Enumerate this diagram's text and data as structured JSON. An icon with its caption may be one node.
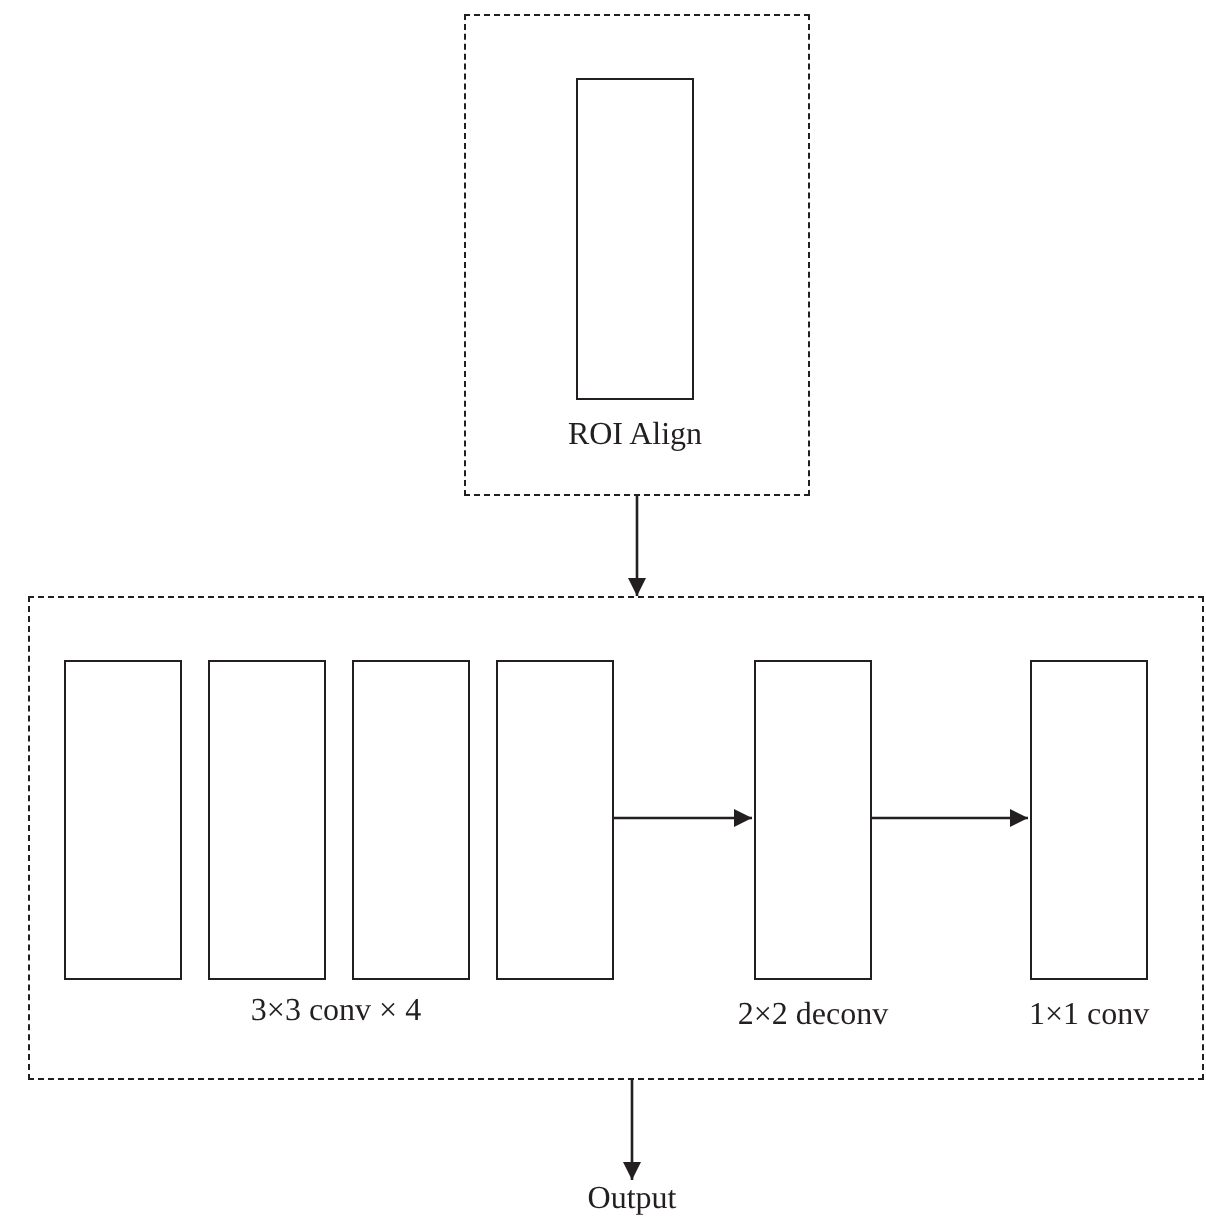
{
  "diagram": {
    "nodes": [
      {
        "text": [],
        "shape": "box"
      },
      {
        "text": [],
        "shape": "box",
        "in": 0,
        "beside": [
          "ROI Align"
        ]
      },
      {
        "text": [],
        "shape": "box"
      },
      {
        "text": [],
        "shape": "box",
        "in": 2
      },
      {
        "text": [],
        "shape": "box",
        "in": 2
      },
      {
        "text": [],
        "shape": "box",
        "in": 2
      },
      {
        "text": [],
        "shape": "box",
        "in": 2
      },
      {
        "text": [],
        "shape": "box",
        "in": 2,
        "beside": [
          "2×2 deconv"
        ]
      },
      {
        "text": [],
        "shape": "box",
        "in": 2,
        "beside": [
          "1×1 conv"
        ]
      },
      {
        "text": [
          "Output"
        ]
      }
    ],
    "edges": [
      {
        "from": 0,
        "to": 2,
        "arrow": "to"
      },
      {
        "from": 6,
        "to": 7,
        "arrow": "to"
      },
      {
        "from": 7,
        "to": 8,
        "arrow": "to"
      },
      {
        "from": 2,
        "to": 9,
        "arrow": "to"
      }
    ],
    "labels": [
      "3×3 conv × 4"
    ]
  }
}
